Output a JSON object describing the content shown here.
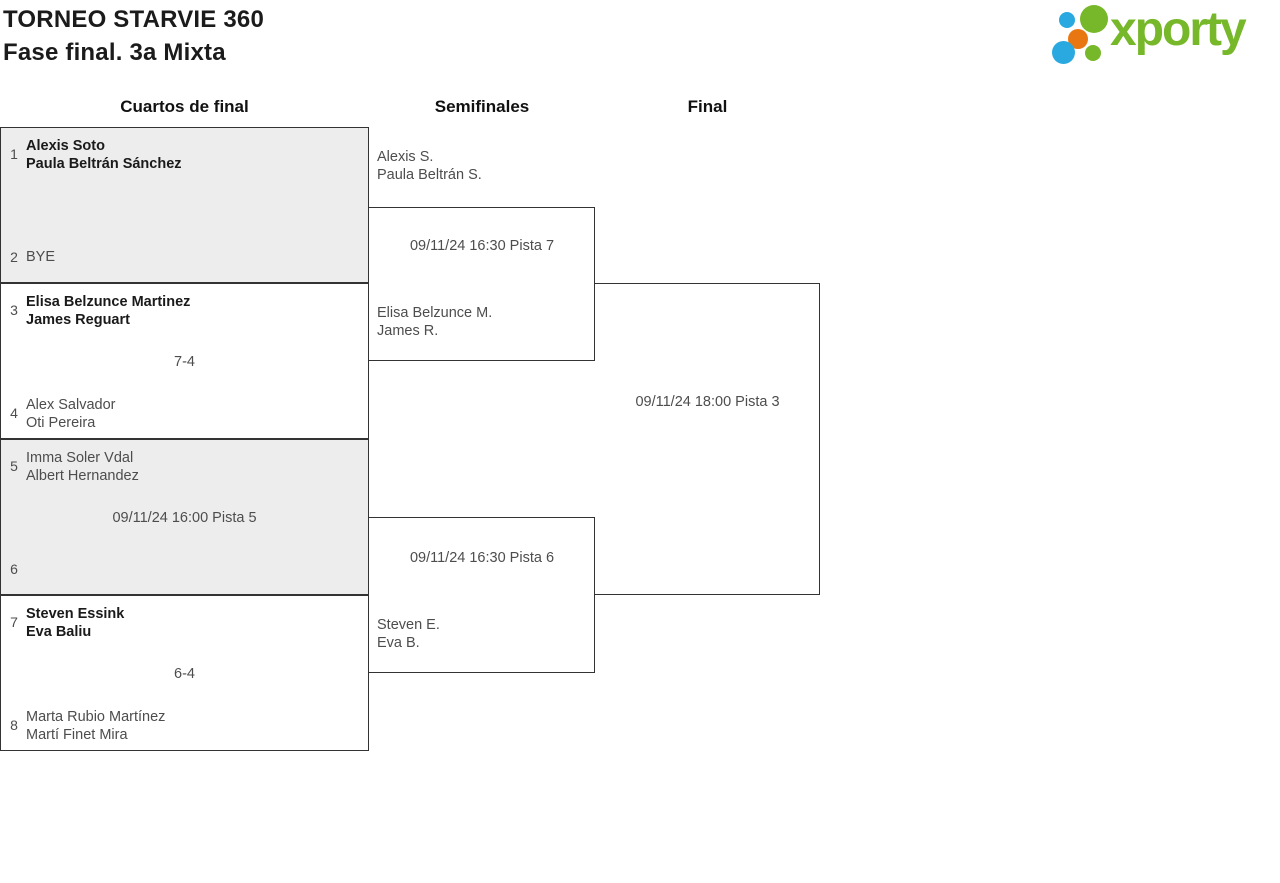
{
  "page": {
    "title": "TORNEO STARVIE 360",
    "subtitle": "Fase final. 3a Mixta"
  },
  "logo": {
    "text": "xporty",
    "colors": {
      "green": "#76b82a",
      "blue": "#29a9e0",
      "orange": "#e87711"
    }
  },
  "columns": [
    {
      "label": "Cuartos de final"
    },
    {
      "label": "Semifinales"
    },
    {
      "label": "Final"
    }
  ],
  "bracket": {
    "quarterfinals": [
      {
        "teamA": {
          "seed": "1",
          "players": [
            "Alexis Soto",
            "Paula Beltrán Sánchez"
          ],
          "winner": true
        },
        "teamB": {
          "seed": "2",
          "players": [
            "BYE"
          ],
          "winner": false
        },
        "center": ""
      },
      {
        "teamA": {
          "seed": "3",
          "players": [
            "Elisa Belzunce Martinez",
            "James Reguart"
          ],
          "winner": true
        },
        "teamB": {
          "seed": "4",
          "players": [
            "Alex Salvador",
            "Oti Pereira"
          ],
          "winner": false
        },
        "center": "7-4"
      },
      {
        "teamA": {
          "seed": "5",
          "players": [
            "Imma Soler Vdal",
            "Albert Hernandez"
          ],
          "winner": false
        },
        "teamB": {
          "seed": "6",
          "players": [],
          "winner": false
        },
        "center": "09/11/24 16:00 Pista 5"
      },
      {
        "teamA": {
          "seed": "7",
          "players": [
            "Steven Essink",
            "Eva Baliu"
          ],
          "winner": true
        },
        "teamB": {
          "seed": "8",
          "players": [
            "Marta Rubio Martínez",
            "Martí Finet Mira"
          ],
          "winner": false
        },
        "center": "6-4"
      }
    ],
    "semifinals": [
      {
        "teamA": [
          "Alexis S.",
          "Paula Beltrán S."
        ],
        "teamB": [
          "Elisa Belzunce M.",
          "James R."
        ],
        "schedule": "09/11/24 16:30 Pista 7"
      },
      {
        "teamA": [],
        "teamB": [
          "Steven E.",
          "Eva B."
        ],
        "schedule": "09/11/24 16:30 Pista 6"
      }
    ],
    "final": {
      "schedule": "09/11/24 18:00 Pista 3"
    }
  },
  "styles": {
    "box_gray": "#ededed",
    "border": "#333333"
  }
}
